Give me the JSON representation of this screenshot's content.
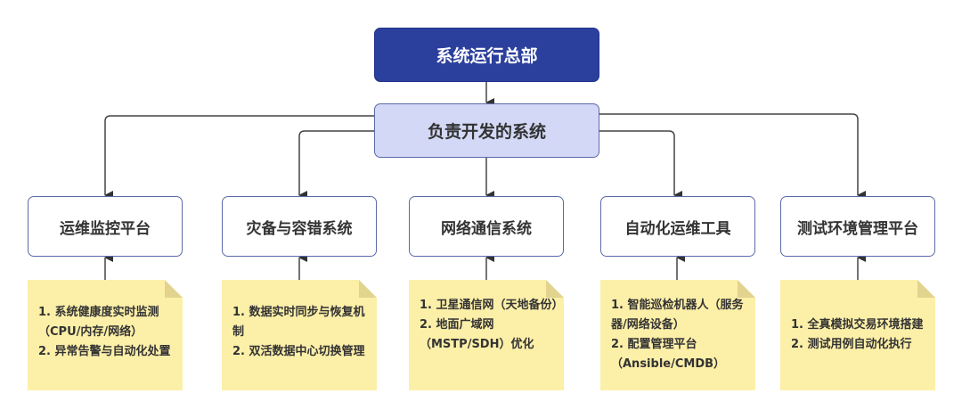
{
  "root": {
    "label": "系统运行总部",
    "color": "#2b3f9c"
  },
  "mid": {
    "label": "负责开发的系统",
    "color": "#d3d8f6"
  },
  "systems": [
    {
      "label": "运维监控平台",
      "notes": [
        "1. 系统健康度实时监测（CPU/内存/网络）",
        "2. 异常告警与自动化处置"
      ]
    },
    {
      "label": "灾备与容错系统",
      "notes": [
        "1. 数据实时同步与恢复机制",
        "2. 双活数据中心切换管理"
      ]
    },
    {
      "label": "网络通信系统",
      "notes": [
        "1. 卫星通信网（天地备份）",
        "2. 地面广域网（MSTP/SDH）优化"
      ]
    },
    {
      "label": "自动化运维工具",
      "notes": [
        "1. 智能巡检机器人（服务器/网络设备）",
        "2. 配置管理平台（Ansible/CMDB）"
      ]
    },
    {
      "label": "测试环境管理平台",
      "notes": [
        "1. 全真模拟交易环境搭建",
        "2. 测试用例自动化执行"
      ]
    }
  ],
  "note_color": "#fcefa8"
}
